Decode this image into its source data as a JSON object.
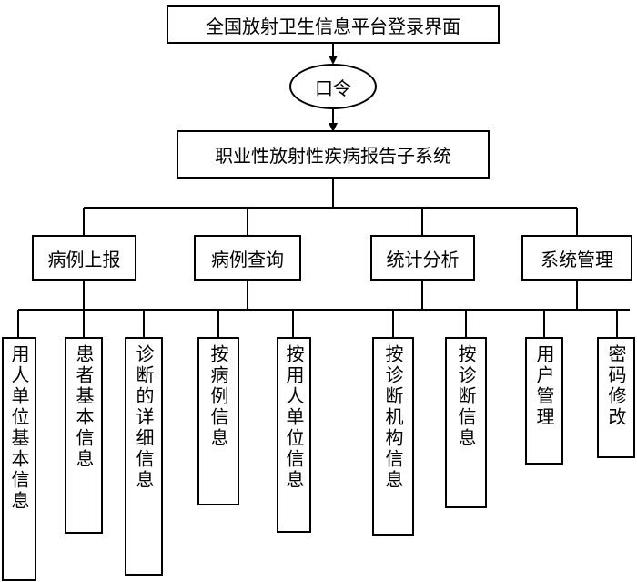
{
  "title": "全国放射卫生信息平台登录界面",
  "gateway": "口令",
  "system": "职业性放射性疾病报告子系统",
  "modules": [
    {
      "label": "病例上报",
      "children": [
        "用人单位基本信息",
        "患者基本信息",
        "诊断的详细信息"
      ]
    },
    {
      "label": "病例查询",
      "children": [
        "按病例信息",
        "按用人单位信息"
      ]
    },
    {
      "label": "统计分析",
      "children": [
        "按诊断机构信息",
        "按诊断信息"
      ]
    },
    {
      "label": "系统管理",
      "children": [
        "用户管理",
        "密码修改"
      ]
    }
  ]
}
